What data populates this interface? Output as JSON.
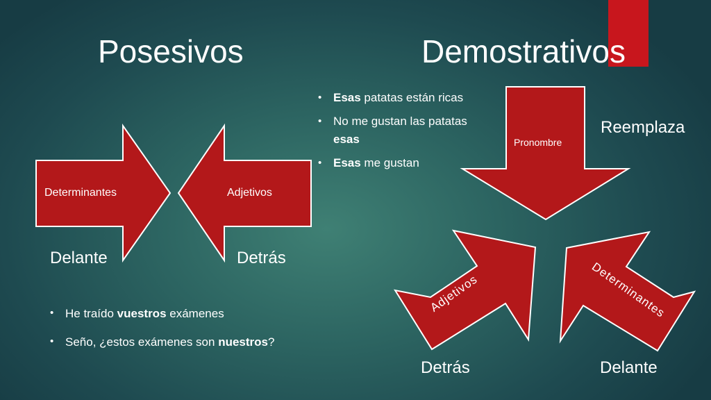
{
  "colors": {
    "background": "#1e4a50",
    "accent": "#c8161d",
    "arrow_fill": "#b3181a",
    "arrow_stroke": "#ffffff",
    "text": "#ffffff"
  },
  "left": {
    "title": "Posesivos",
    "arrow_left_label": "Determinantes",
    "arrow_right_label": "Adjetivos",
    "position_left": "Delante",
    "position_right": "Detrás",
    "examples": [
      {
        "before": "He traído ",
        "bold": "vuestros",
        "after": " exámenes"
      },
      {
        "before": "Seño, ¿estos exámenes son ",
        "bold": "nuestros",
        "after": "?"
      }
    ]
  },
  "right": {
    "title": "Demostrativos",
    "examples": [
      {
        "bold": "Esas",
        "after": " patatas están ricas"
      },
      {
        "before": "No me gustan las patatas",
        "bold": "esas"
      },
      {
        "bold": "Esas",
        "after": " me gustan"
      }
    ],
    "arrow_down_label": "Pronombre",
    "replaces_label": "Reemplaza",
    "arrow_up_left_label": "Adjetivos",
    "arrow_up_right_label": "Determinantes",
    "position_left": "Detrás",
    "position_right": "Delante"
  }
}
